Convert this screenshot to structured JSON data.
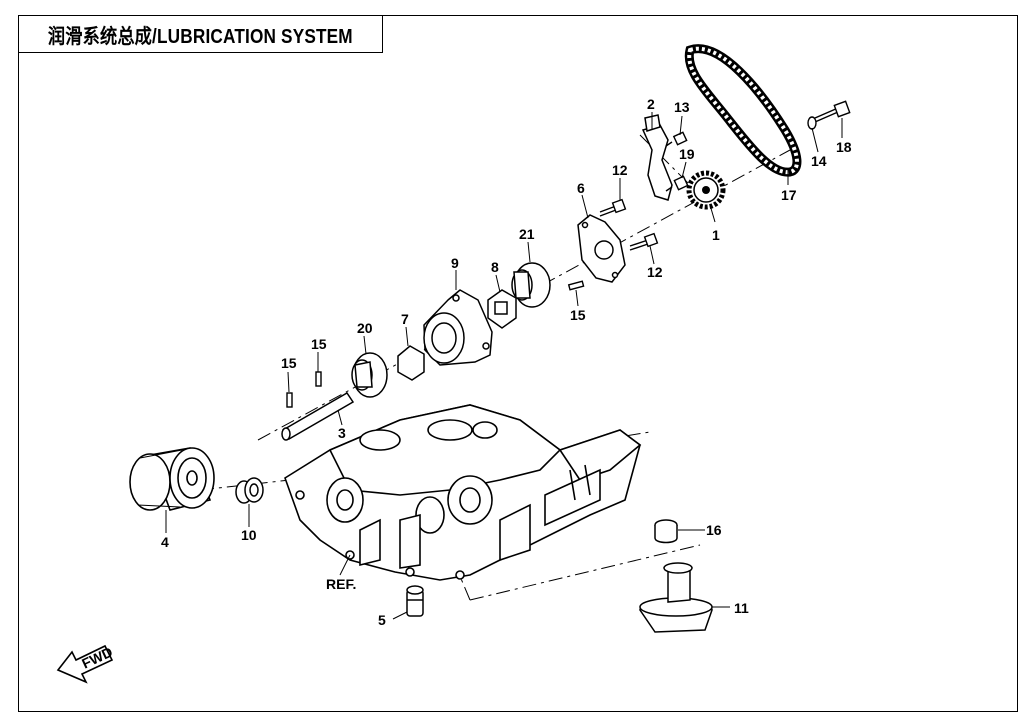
{
  "title": "润滑系统总成/LUBRICATION SYSTEM",
  "callouts": {
    "c1": "1",
    "c2": "2",
    "c3": "3",
    "c4": "4",
    "c5": "5",
    "c6": "6",
    "c7": "7",
    "c8": "8",
    "c9": "9",
    "c10": "10",
    "c11": "11",
    "c12a": "12",
    "c12b": "12",
    "c13": "13",
    "c14": "14",
    "c15a": "15",
    "c15b": "15",
    "c15c": "15",
    "c16": "16",
    "c17": "17",
    "c18": "18",
    "c19": "19",
    "c20": "20",
    "c21": "21"
  },
  "ref_label": "REF.",
  "fwd_label": "FWD"
}
